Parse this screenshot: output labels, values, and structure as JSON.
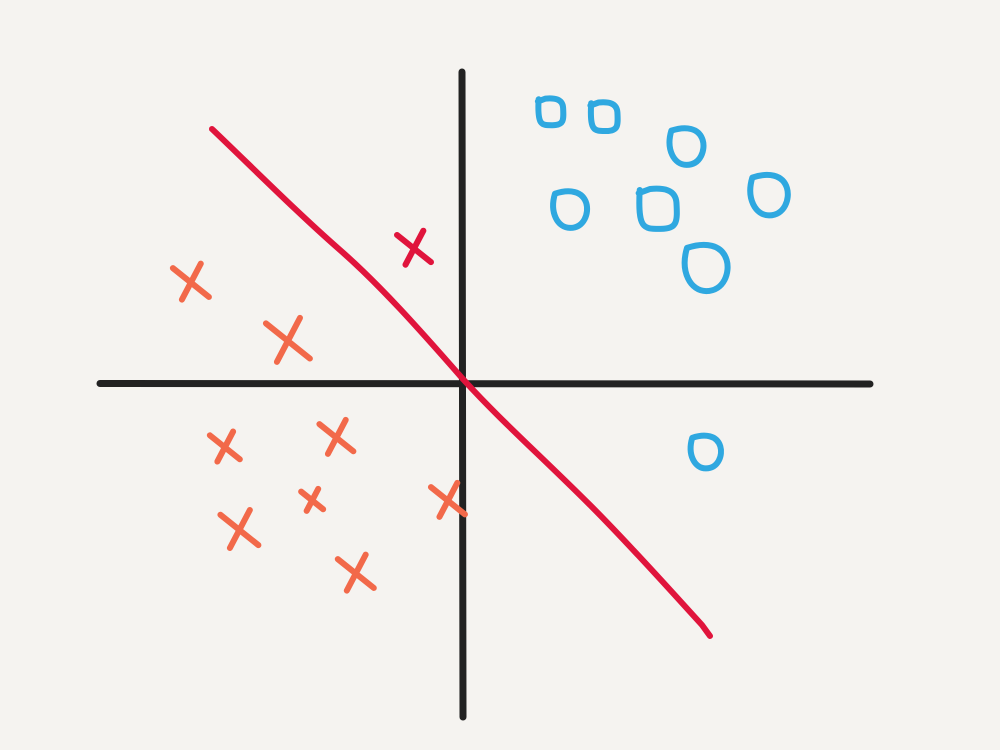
{
  "colors": {
    "background": "#f5f3f0",
    "axes": "#222222",
    "boundary": "#e0143c",
    "class_x": "#f2694a",
    "class_x_misclassified": "#e0143c",
    "class_o": "#2fa8e0"
  },
  "legend": [],
  "chart_data": {
    "type": "scatter",
    "title": "",
    "xlabel": "",
    "ylabel": "",
    "grid": false,
    "xlim": [
      -8,
      8
    ],
    "ylim": [
      -7,
      7
    ],
    "decision_boundary": {
      "label": "",
      "points": [
        [
          -5,
          5
        ],
        [
          5,
          -5
        ]
      ]
    },
    "series": [
      {
        "name": "",
        "marker": "x",
        "points": [
          [
            -5.6,
            2.1
          ],
          [
            -3.6,
            0.9
          ],
          [
            -4.9,
            -1.3
          ],
          [
            -2.6,
            -1.1
          ],
          [
            -4.6,
            -3.0
          ],
          [
            -3.1,
            -2.4
          ],
          [
            -2.2,
            -3.9
          ],
          [
            -0.3,
            -2.4
          ]
        ]
      },
      {
        "name": "",
        "marker": "x",
        "misclassified": true,
        "points": [
          [
            -1.0,
            2.8
          ]
        ]
      },
      {
        "name": "",
        "marker": "o",
        "points": [
          [
            1.8,
            5.6
          ],
          [
            2.9,
            5.5
          ],
          [
            4.6,
            4.9
          ],
          [
            2.2,
            3.6
          ],
          [
            4.0,
            3.6
          ],
          [
            6.3,
            3.9
          ],
          [
            5.0,
            2.4
          ],
          [
            5.0,
            -1.4
          ]
        ]
      }
    ]
  }
}
